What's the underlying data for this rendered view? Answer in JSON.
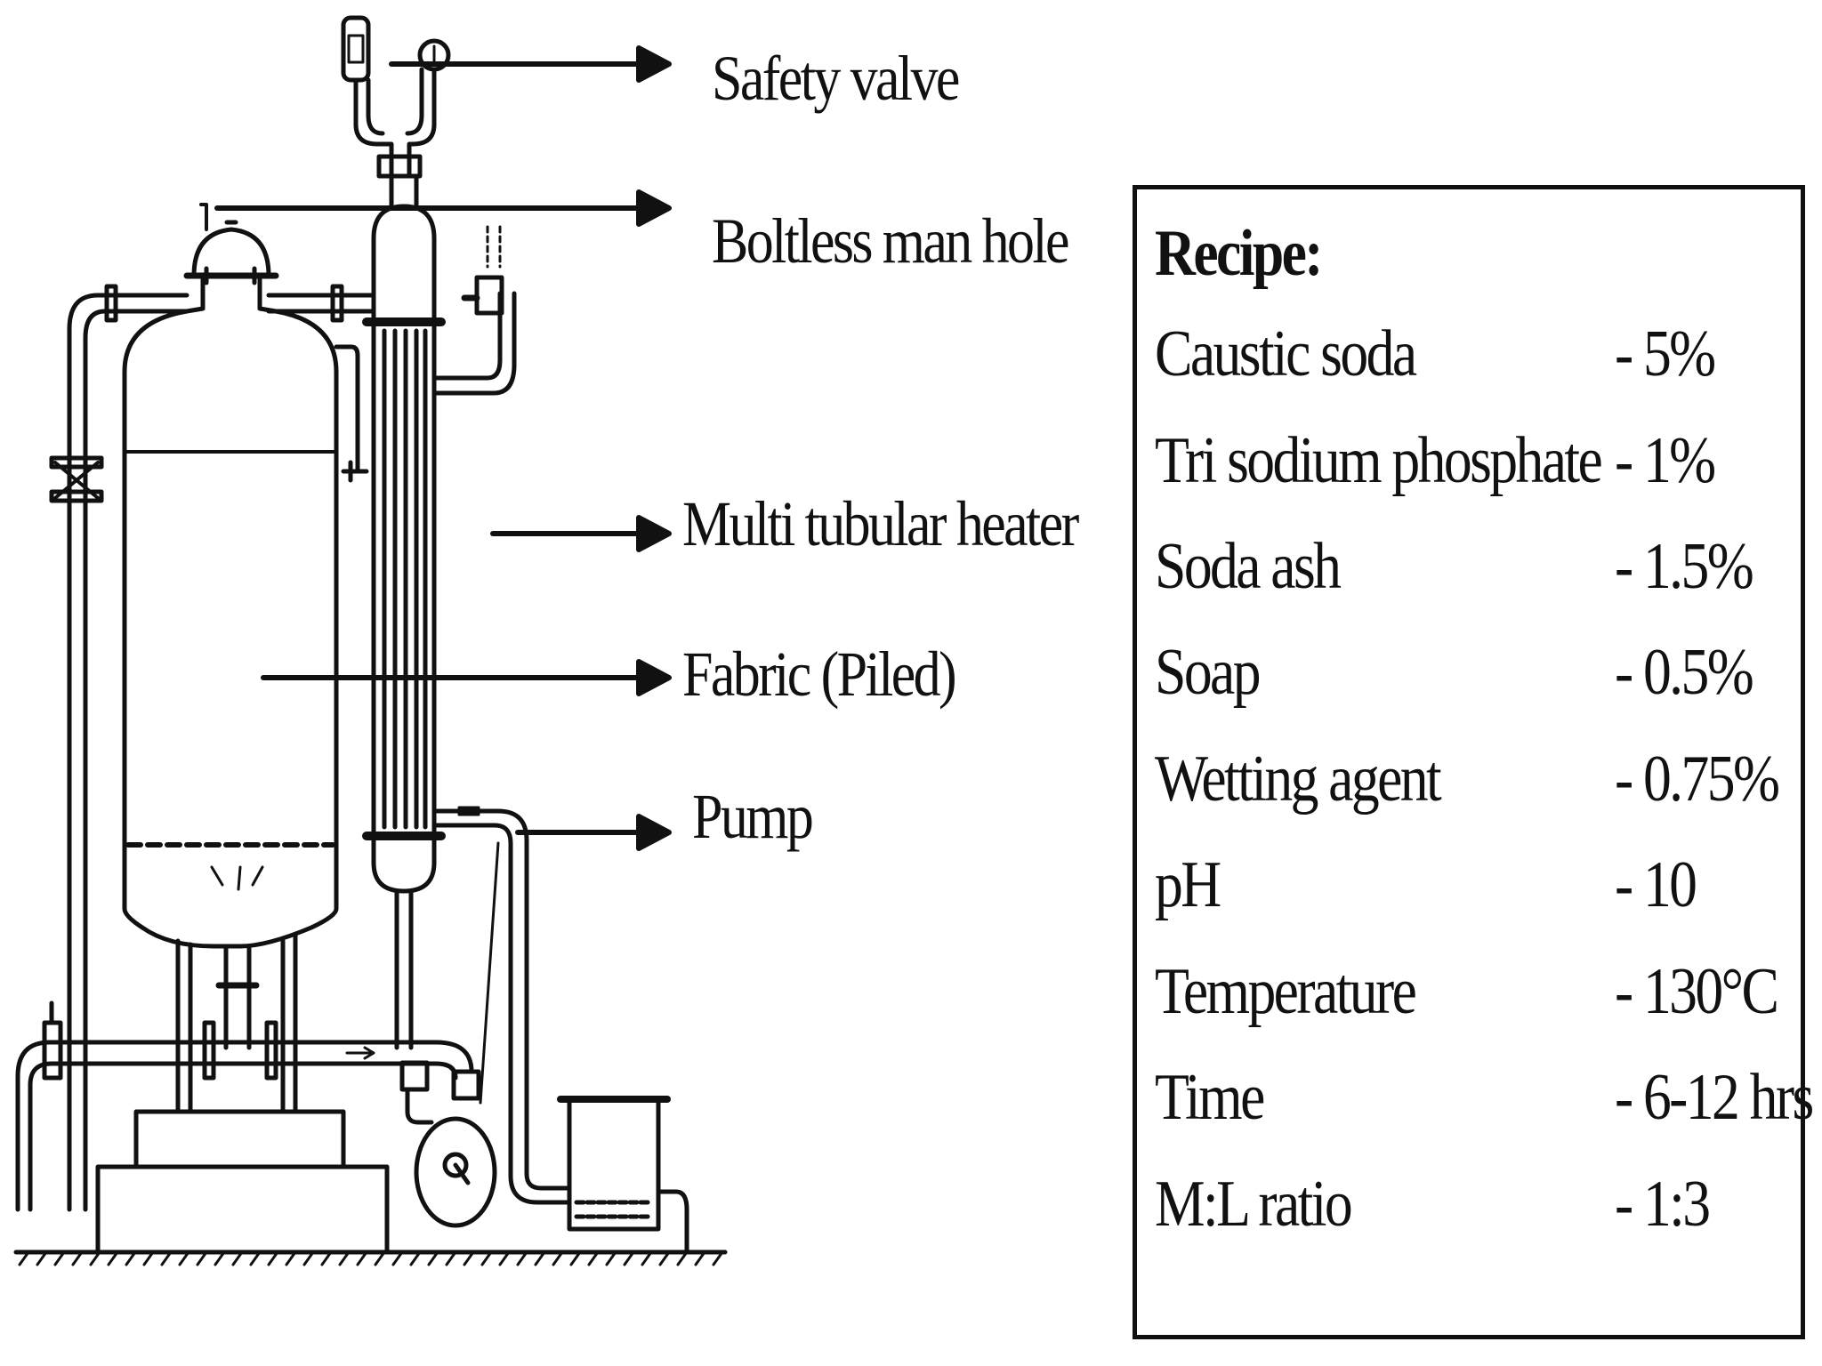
{
  "callouts": {
    "safety_valve": "Safety valve",
    "boltless_man_hole": "Boltless man hole",
    "multi_tubular_heater": "Multi tubular heater",
    "fabric_piled": "Fabric  (Piled)",
    "pump": "Pump"
  },
  "recipe": {
    "title": "Recipe:",
    "items": [
      {
        "name": "Caustic soda",
        "value": "- 5%"
      },
      {
        "name": "Tri sodium phosphate",
        "value": "- 1%"
      },
      {
        "name": "Soda ash",
        "value": "- 1.5%"
      },
      {
        "name": "Soap",
        "value": "- 0.5%"
      },
      {
        "name": "Wetting agent",
        "value": "- 0.75%"
      },
      {
        "name": "pH",
        "value": "- 10"
      },
      {
        "name": "Temperature",
        "value": "- 130°C"
      },
      {
        "name": "Time",
        "value": "- 6-12 hrs"
      },
      {
        "name": "M:L ratio",
        "value": "- 1:3"
      }
    ]
  }
}
